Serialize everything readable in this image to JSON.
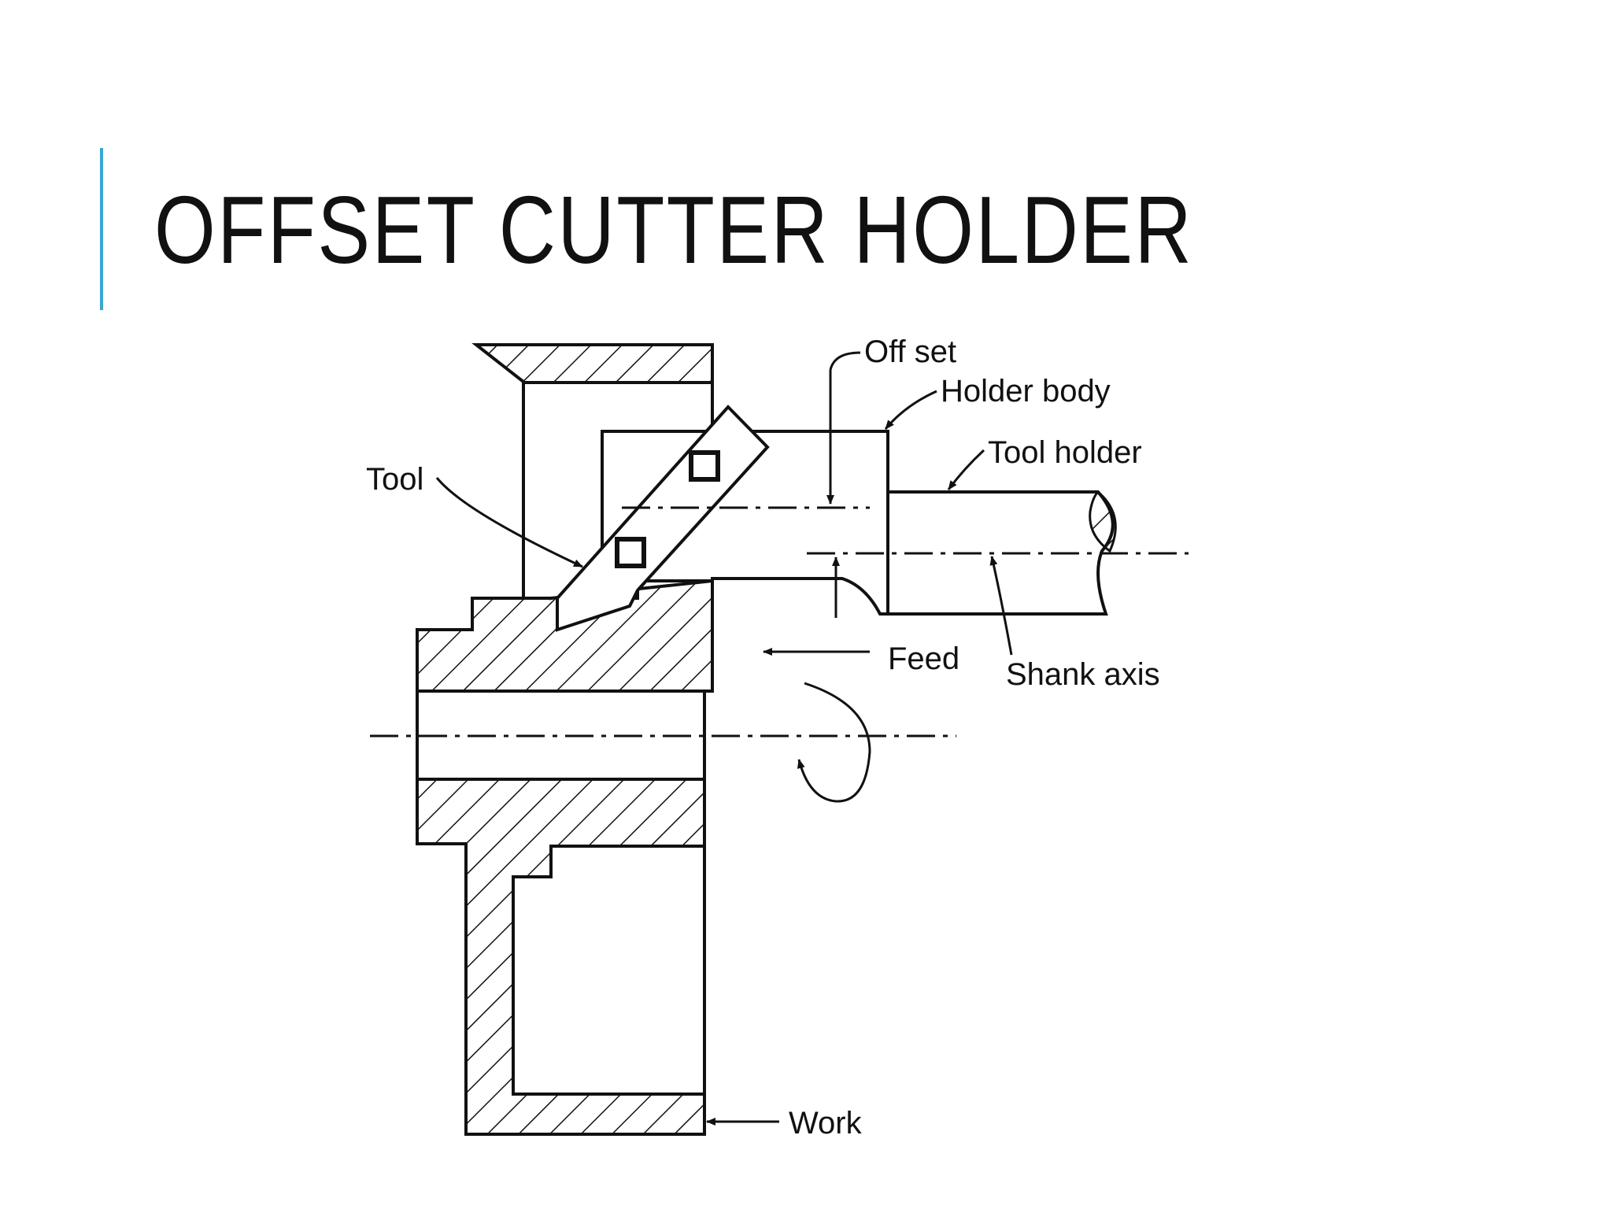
{
  "slide": {
    "title": "OFFSET CUTTER HOLDER",
    "accent_color": "#3aa6d0"
  },
  "diagram": {
    "labels": {
      "off_set": "Off set",
      "holder_body": "Holder body",
      "tool_holder": "Tool holder",
      "tool": "Tool",
      "feed": "Feed",
      "shank_axis": "Shank axis",
      "work": "Work"
    }
  }
}
